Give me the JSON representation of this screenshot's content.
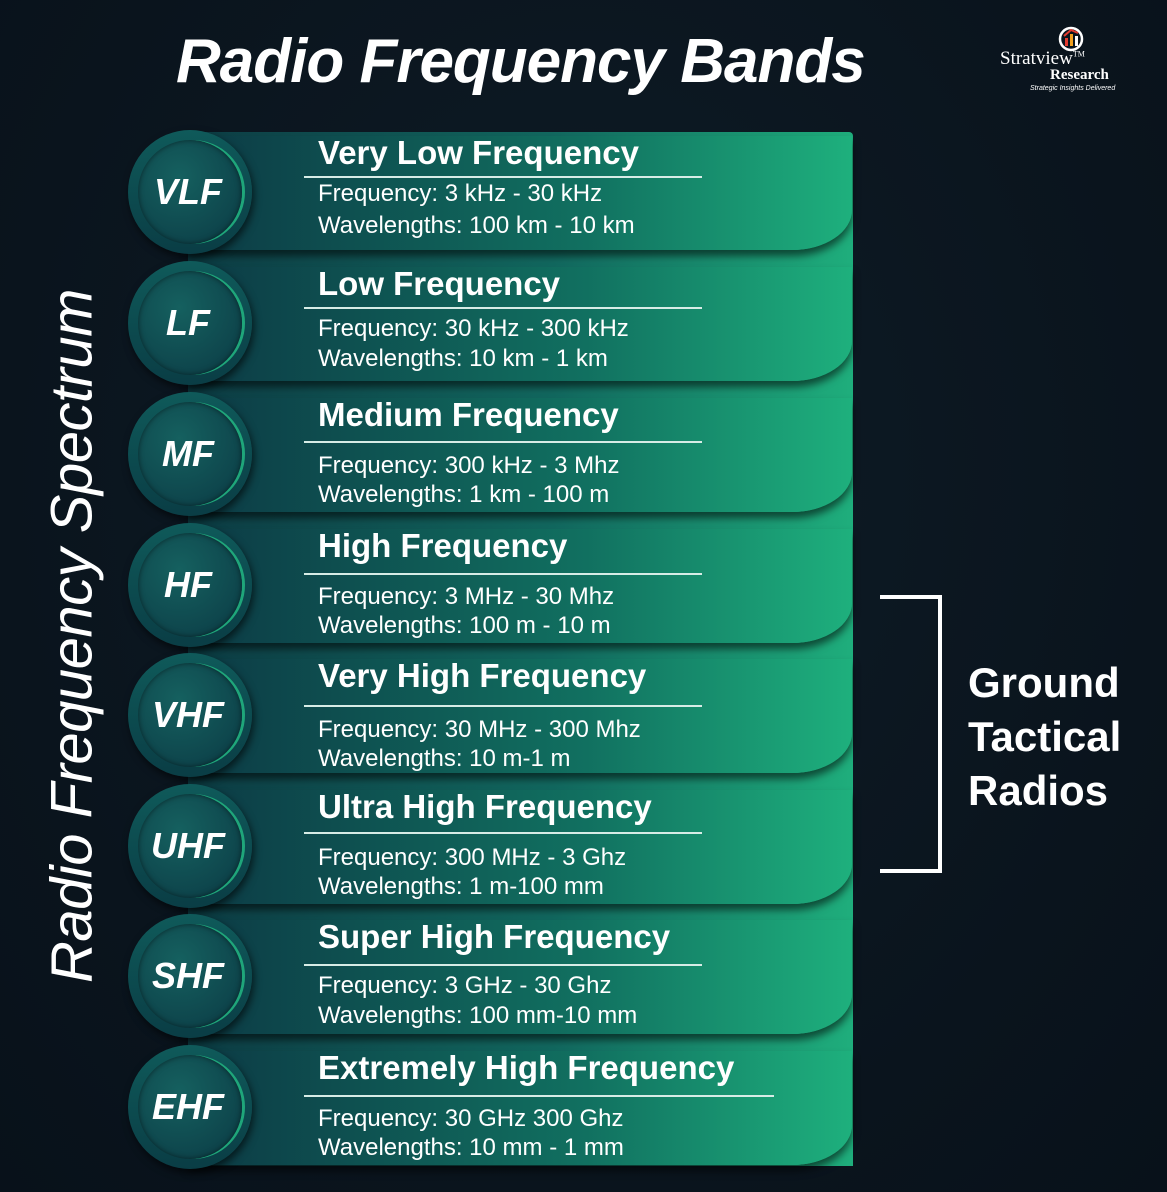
{
  "title": "Radio Frequency Bands",
  "logo": {
    "brand": "Stratview",
    "tm": "TM",
    "sub": "Research",
    "tagline": "Strategic Insights Delivered"
  },
  "side_label": "Radio Frequency Spectrum",
  "bands": [
    {
      "abbr": "VLF",
      "name": "Very Low Frequency",
      "frequency": "Frequency: 3 kHz - 30 kHz",
      "wavelengths": "Wavelengths: 100 km - 10 km"
    },
    {
      "abbr": "LF",
      "name": "Low Frequency",
      "frequency": "Frequency: 30 kHz - 300 kHz",
      "wavelengths": "Wavelengths: 10 km - 1 km"
    },
    {
      "abbr": "MF",
      "name": "Medium Frequency",
      "frequency": "Frequency: 300 kHz - 3 Mhz",
      "wavelengths": "Wavelengths: 1 km - 100 m"
    },
    {
      "abbr": "HF",
      "name": "High Frequency",
      "frequency": "Frequency: 3 MHz - 30 Mhz",
      "wavelengths": "Wavelengths: 100 m - 10 m"
    },
    {
      "abbr": "VHF",
      "name": "Very High Frequency",
      "frequency": "Frequency: 30 MHz - 300 Mhz",
      "wavelengths": "Wavelengths: 10 m-1 m"
    },
    {
      "abbr": "UHF",
      "name": "Ultra High Frequency",
      "frequency": "Frequency: 300 MHz - 3 Ghz",
      "wavelengths": "Wavelengths: 1 m-100 mm"
    },
    {
      "abbr": "SHF",
      "name": "Super High Frequency",
      "frequency": "Frequency: 3 GHz - 30 Ghz",
      "wavelengths": "Wavelengths: 100 mm-10 mm"
    },
    {
      "abbr": "EHF",
      "name": "Extremely High Frequency",
      "frequency": "Frequency: 30 GHz 300 Ghz",
      "wavelengths": "Wavelengths: 10 mm - 1 mm"
    }
  ],
  "bracket": {
    "lines": [
      "Ground",
      "Tactical",
      "Radios"
    ],
    "spans_bands": [
      "HF",
      "VHF",
      "UHF"
    ]
  },
  "colors": {
    "background": "#0b1520",
    "band_dark": "#0c3a45",
    "band_light": "#1eb07d",
    "text": "#ffffff"
  }
}
